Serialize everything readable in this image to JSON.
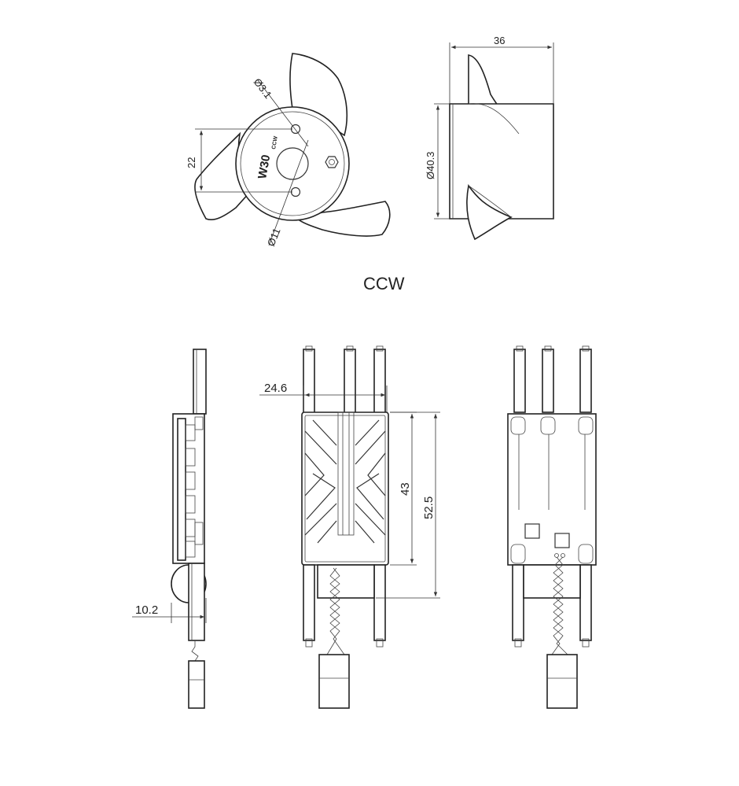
{
  "fan_front": {
    "model_label": "W30",
    "model_suffix": "CCW",
    "dims": {
      "hole": "Ø3.1",
      "pitch": "22",
      "hub": "Ø11"
    }
  },
  "fan_side": {
    "dims": {
      "length": "36",
      "diameter": "Ø40.3"
    }
  },
  "rotation_label": "CCW",
  "esc_side": {
    "dims": {
      "thickness": "10.2"
    }
  },
  "esc_front": {
    "dims": {
      "width": "24.6",
      "body_height": "43",
      "total_height": "52.5"
    }
  },
  "colors": {
    "line": "#333333",
    "background": "#ffffff"
  }
}
